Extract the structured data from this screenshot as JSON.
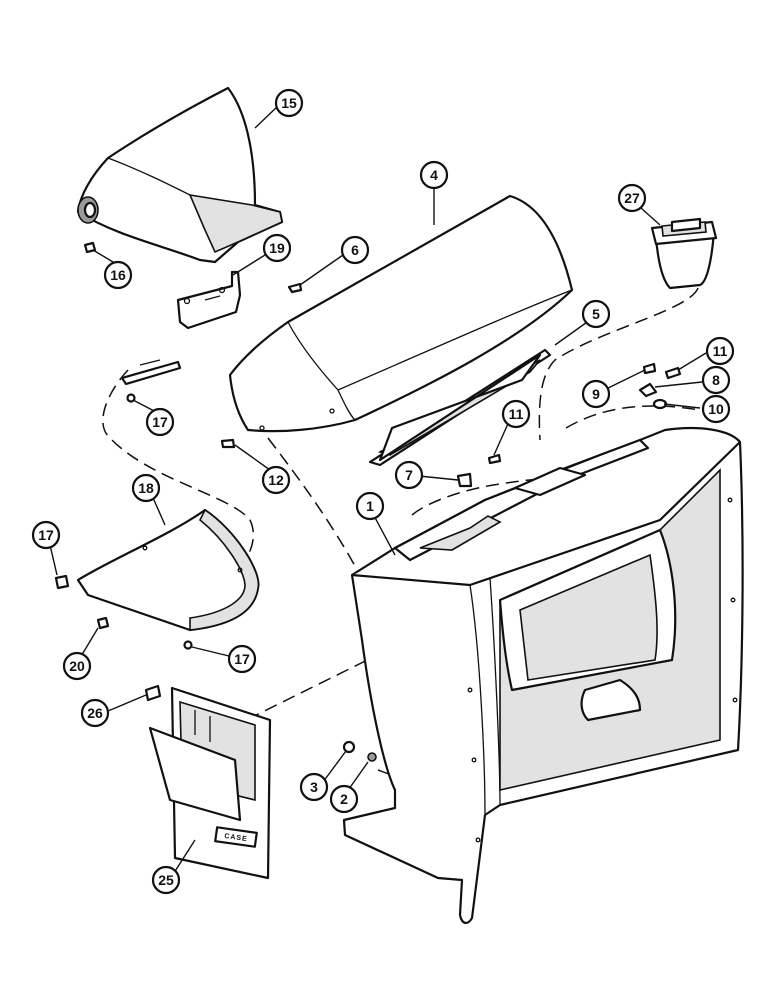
{
  "colors": {
    "ink": "#111111",
    "paper": "#ffffff",
    "shade": "#e2e2e2"
  },
  "parts": [
    {
      "key": "p1",
      "label": "1"
    },
    {
      "key": "p2",
      "label": "2"
    },
    {
      "key": "p3",
      "label": "3"
    },
    {
      "key": "p4",
      "label": "4"
    },
    {
      "key": "p5",
      "label": "5"
    },
    {
      "key": "p6",
      "label": "6"
    },
    {
      "key": "p7",
      "label": "7"
    },
    {
      "key": "p8",
      "label": "8"
    },
    {
      "key": "p9",
      "label": "9"
    },
    {
      "key": "p10",
      "label": "10"
    },
    {
      "key": "p11a",
      "label": "11"
    },
    {
      "key": "p11b",
      "label": "11"
    },
    {
      "key": "p12",
      "label": "12"
    },
    {
      "key": "p15",
      "label": "15"
    },
    {
      "key": "p16",
      "label": "16"
    },
    {
      "key": "p17a",
      "label": "17"
    },
    {
      "key": "p17b",
      "label": "17"
    },
    {
      "key": "p17c",
      "label": "17"
    },
    {
      "key": "p18",
      "label": "18"
    },
    {
      "key": "p19",
      "label": "19"
    },
    {
      "key": "p20",
      "label": "20"
    },
    {
      "key": "p25",
      "label": "25"
    },
    {
      "key": "p26",
      "label": "26"
    },
    {
      "key": "p27",
      "label": "27"
    }
  ],
  "emblem_text": "CASE"
}
